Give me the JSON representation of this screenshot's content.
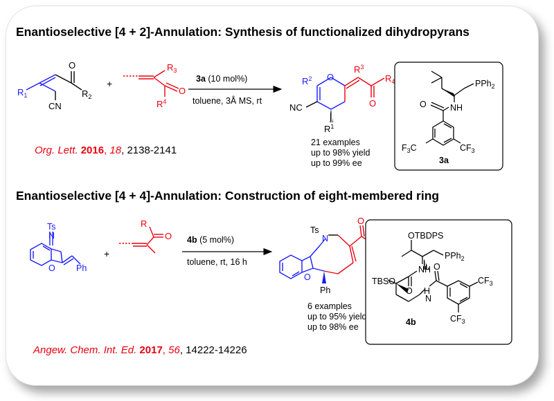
{
  "sections": [
    {
      "title": "Enantioselective [4 + 2]-Annulation: Synthesis of functionalized dihydropyrans",
      "catalyst_label": "3a",
      "reaction_top": "(10 mol%)",
      "reaction_bottom": "toluene, 3Å MS, rt",
      "results": [
        "21 examples",
        "up to 98% yield",
        "up to 99% ee"
      ],
      "reference": {
        "journal": "Org. Lett.",
        "year": "2016",
        "volume": "18",
        "pages": ", 2138-2141"
      }
    },
    {
      "title": "Enantioselective [4 + 4]-Annulation: Construction of eight-membered ring",
      "catalyst_label": "4b",
      "reaction_top": "(5 mol%)",
      "reaction_bottom": "toluene, rt, 16 h",
      "results": [
        "6 examples",
        "up to 95% yield",
        "up to 98% ee"
      ],
      "reference": {
        "journal": "Angew. Chem. Int. Ed.",
        "year": "2017",
        "volume": "56",
        "pages": ", 14222-14226"
      }
    }
  ],
  "colors": {
    "blue": "#1a1aff",
    "red": "#e8000f",
    "ink": "#000000"
  }
}
